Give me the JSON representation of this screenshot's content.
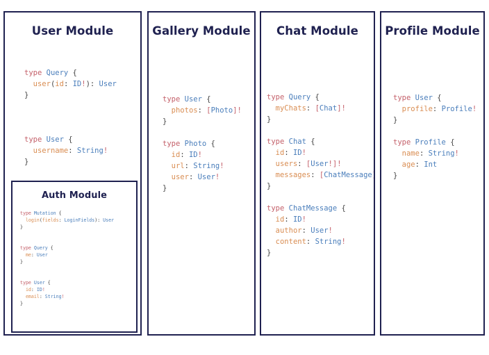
{
  "background_color": "#ffffff",
  "theme": {
    "border_color": "#1f2150",
    "title_color": "#1f2150",
    "code_keyword_color": "#c4606a",
    "code_type_color": "#4a7ebb",
    "code_field_color": "#d98d52",
    "code_punct_color": "#444444"
  },
  "panels": [
    {
      "id": "user",
      "title": "User Module",
      "code_lines": [
        [
          {
            "t": "type",
            "c": "kw"
          },
          {
            "t": " ",
            "c": "pun"
          },
          {
            "t": "Query",
            "c": "ty"
          },
          {
            "t": " {",
            "c": "pun"
          }
        ],
        [
          {
            "t": "  ",
            "c": "pun"
          },
          {
            "t": "user",
            "c": "fld"
          },
          {
            "t": "(",
            "c": "pun"
          },
          {
            "t": "id",
            "c": "fld"
          },
          {
            "t": ": ",
            "c": "pun"
          },
          {
            "t": "ID",
            "c": "ty"
          },
          {
            "t": "!",
            "c": "bang"
          },
          {
            "t": "): ",
            "c": "pun"
          },
          {
            "t": "User",
            "c": "ty"
          }
        ],
        [
          {
            "t": "}",
            "c": "pun"
          }
        ],
        [
          {
            "t": "",
            "c": "pun"
          }
        ],
        [
          {
            "t": "",
            "c": "pun"
          }
        ],
        [
          {
            "t": "",
            "c": "pun"
          }
        ],
        [
          {
            "t": "type",
            "c": "kw"
          },
          {
            "t": " ",
            "c": "pun"
          },
          {
            "t": "User",
            "c": "ty"
          },
          {
            "t": " {",
            "c": "pun"
          }
        ],
        [
          {
            "t": "  ",
            "c": "pun"
          },
          {
            "t": "username",
            "c": "fld"
          },
          {
            "t": ": ",
            "c": "pun"
          },
          {
            "t": "String",
            "c": "ty"
          },
          {
            "t": "!",
            "c": "bang"
          }
        ],
        [
          {
            "t": "}",
            "c": "pun"
          }
        ]
      ]
    },
    {
      "id": "auth",
      "title": "Auth Module",
      "code_lines": [
        [
          {
            "t": "type",
            "c": "kw"
          },
          {
            "t": " ",
            "c": "pun"
          },
          {
            "t": "Mutation",
            "c": "ty"
          },
          {
            "t": " {",
            "c": "pun"
          }
        ],
        [
          {
            "t": "  ",
            "c": "pun"
          },
          {
            "t": "login",
            "c": "fld"
          },
          {
            "t": "(",
            "c": "pun"
          },
          {
            "t": "fields",
            "c": "fld"
          },
          {
            "t": ": ",
            "c": "pun"
          },
          {
            "t": "LoginFields",
            "c": "ty"
          },
          {
            "t": "): ",
            "c": "pun"
          },
          {
            "t": "User",
            "c": "ty"
          }
        ],
        [
          {
            "t": "}",
            "c": "pun"
          }
        ],
        [
          {
            "t": "",
            "c": "pun"
          }
        ],
        [
          {
            "t": "",
            "c": "pun"
          }
        ],
        [
          {
            "t": "type",
            "c": "kw"
          },
          {
            "t": " ",
            "c": "pun"
          },
          {
            "t": "Query",
            "c": "ty"
          },
          {
            "t": " {",
            "c": "pun"
          }
        ],
        [
          {
            "t": "  ",
            "c": "pun"
          },
          {
            "t": "me",
            "c": "fld"
          },
          {
            "t": ": ",
            "c": "pun"
          },
          {
            "t": "User",
            "c": "ty"
          }
        ],
        [
          {
            "t": "}",
            "c": "pun"
          }
        ],
        [
          {
            "t": "",
            "c": "pun"
          }
        ],
        [
          {
            "t": "",
            "c": "pun"
          }
        ],
        [
          {
            "t": "type",
            "c": "kw"
          },
          {
            "t": " ",
            "c": "pun"
          },
          {
            "t": "User",
            "c": "ty"
          },
          {
            "t": " {",
            "c": "pun"
          }
        ],
        [
          {
            "t": "  ",
            "c": "pun"
          },
          {
            "t": "id",
            "c": "fld"
          },
          {
            "t": ": ",
            "c": "pun"
          },
          {
            "t": "ID",
            "c": "ty"
          },
          {
            "t": "!",
            "c": "bang"
          }
        ],
        [
          {
            "t": "  ",
            "c": "pun"
          },
          {
            "t": "email",
            "c": "fld"
          },
          {
            "t": ": ",
            "c": "pun"
          },
          {
            "t": "String",
            "c": "ty"
          },
          {
            "t": "!",
            "c": "bang"
          }
        ],
        [
          {
            "t": "}",
            "c": "pun"
          }
        ]
      ]
    },
    {
      "id": "gallery",
      "title": "Gallery Module",
      "code_lines": [
        [
          {
            "t": "type",
            "c": "kw"
          },
          {
            "t": " ",
            "c": "pun"
          },
          {
            "t": "User",
            "c": "ty"
          },
          {
            "t": " {",
            "c": "pun"
          }
        ],
        [
          {
            "t": "  ",
            "c": "pun"
          },
          {
            "t": "photos",
            "c": "fld"
          },
          {
            "t": ": ",
            "c": "pun"
          },
          {
            "t": "[",
            "c": "bang"
          },
          {
            "t": "Photo",
            "c": "ty"
          },
          {
            "t": "]!",
            "c": "bang"
          }
        ],
        [
          {
            "t": "}",
            "c": "pun"
          }
        ],
        [
          {
            "t": "",
            "c": "pun"
          }
        ],
        [
          {
            "t": "type",
            "c": "kw"
          },
          {
            "t": " ",
            "c": "pun"
          },
          {
            "t": "Photo",
            "c": "ty"
          },
          {
            "t": " {",
            "c": "pun"
          }
        ],
        [
          {
            "t": "  ",
            "c": "pun"
          },
          {
            "t": "id",
            "c": "fld"
          },
          {
            "t": ": ",
            "c": "pun"
          },
          {
            "t": "ID",
            "c": "ty"
          },
          {
            "t": "!",
            "c": "bang"
          }
        ],
        [
          {
            "t": "  ",
            "c": "pun"
          },
          {
            "t": "url",
            "c": "fld"
          },
          {
            "t": ": ",
            "c": "pun"
          },
          {
            "t": "String",
            "c": "ty"
          },
          {
            "t": "!",
            "c": "bang"
          }
        ],
        [
          {
            "t": "  ",
            "c": "pun"
          },
          {
            "t": "user",
            "c": "fld"
          },
          {
            "t": ": ",
            "c": "pun"
          },
          {
            "t": "User",
            "c": "ty"
          },
          {
            "t": "!",
            "c": "bang"
          }
        ],
        [
          {
            "t": "}",
            "c": "pun"
          }
        ]
      ]
    },
    {
      "id": "chat",
      "title": "Chat Module",
      "code_lines": [
        [
          {
            "t": "type",
            "c": "kw"
          },
          {
            "t": " ",
            "c": "pun"
          },
          {
            "t": "Query",
            "c": "ty"
          },
          {
            "t": " {",
            "c": "pun"
          }
        ],
        [
          {
            "t": "  ",
            "c": "pun"
          },
          {
            "t": "myChats",
            "c": "fld"
          },
          {
            "t": ": ",
            "c": "pun"
          },
          {
            "t": "[",
            "c": "bang"
          },
          {
            "t": "Chat",
            "c": "ty"
          },
          {
            "t": "]!",
            "c": "bang"
          }
        ],
        [
          {
            "t": "}",
            "c": "pun"
          }
        ],
        [
          {
            "t": "",
            "c": "pun"
          }
        ],
        [
          {
            "t": "type",
            "c": "kw"
          },
          {
            "t": " ",
            "c": "pun"
          },
          {
            "t": "Chat",
            "c": "ty"
          },
          {
            "t": " {",
            "c": "pun"
          }
        ],
        [
          {
            "t": "  ",
            "c": "pun"
          },
          {
            "t": "id",
            "c": "fld"
          },
          {
            "t": ": ",
            "c": "pun"
          },
          {
            "t": "ID",
            "c": "ty"
          },
          {
            "t": "!",
            "c": "bang"
          }
        ],
        [
          {
            "t": "  ",
            "c": "pun"
          },
          {
            "t": "users",
            "c": "fld"
          },
          {
            "t": ": ",
            "c": "pun"
          },
          {
            "t": "[",
            "c": "bang"
          },
          {
            "t": "User",
            "c": "ty"
          },
          {
            "t": "!]!",
            "c": "bang"
          }
        ],
        [
          {
            "t": "  ",
            "c": "pun"
          },
          {
            "t": "messages",
            "c": "fld"
          },
          {
            "t": ": ",
            "c": "pun"
          },
          {
            "t": "[",
            "c": "bang"
          },
          {
            "t": "ChatMessage",
            "c": "ty"
          },
          {
            "t": "]!",
            "c": "bang"
          }
        ],
        [
          {
            "t": "}",
            "c": "pun"
          }
        ],
        [
          {
            "t": "",
            "c": "pun"
          }
        ],
        [
          {
            "t": "type",
            "c": "kw"
          },
          {
            "t": " ",
            "c": "pun"
          },
          {
            "t": "ChatMessage",
            "c": "ty"
          },
          {
            "t": " {",
            "c": "pun"
          }
        ],
        [
          {
            "t": "  ",
            "c": "pun"
          },
          {
            "t": "id",
            "c": "fld"
          },
          {
            "t": ": ",
            "c": "pun"
          },
          {
            "t": "ID",
            "c": "ty"
          },
          {
            "t": "!",
            "c": "bang"
          }
        ],
        [
          {
            "t": "  ",
            "c": "pun"
          },
          {
            "t": "author",
            "c": "fld"
          },
          {
            "t": ": ",
            "c": "pun"
          },
          {
            "t": "User",
            "c": "ty"
          },
          {
            "t": "!",
            "c": "bang"
          }
        ],
        [
          {
            "t": "  ",
            "c": "pun"
          },
          {
            "t": "content",
            "c": "fld"
          },
          {
            "t": ": ",
            "c": "pun"
          },
          {
            "t": "String",
            "c": "ty"
          },
          {
            "t": "!",
            "c": "bang"
          }
        ],
        [
          {
            "t": "}",
            "c": "pun"
          }
        ]
      ]
    },
    {
      "id": "profile",
      "title": "Profile Module",
      "code_lines": [
        [
          {
            "t": "type",
            "c": "kw"
          },
          {
            "t": " ",
            "c": "pun"
          },
          {
            "t": "User",
            "c": "ty"
          },
          {
            "t": " {",
            "c": "pun"
          }
        ],
        [
          {
            "t": "  ",
            "c": "pun"
          },
          {
            "t": "profile",
            "c": "fld"
          },
          {
            "t": ": ",
            "c": "pun"
          },
          {
            "t": "Profile",
            "c": "ty"
          },
          {
            "t": "!",
            "c": "bang"
          }
        ],
        [
          {
            "t": "}",
            "c": "pun"
          }
        ],
        [
          {
            "t": "",
            "c": "pun"
          }
        ],
        [
          {
            "t": "type",
            "c": "kw"
          },
          {
            "t": " ",
            "c": "pun"
          },
          {
            "t": "Profile",
            "c": "ty"
          },
          {
            "t": " {",
            "c": "pun"
          }
        ],
        [
          {
            "t": "  ",
            "c": "pun"
          },
          {
            "t": "name",
            "c": "fld"
          },
          {
            "t": ": ",
            "c": "pun"
          },
          {
            "t": "String",
            "c": "ty"
          },
          {
            "t": "!",
            "c": "bang"
          }
        ],
        [
          {
            "t": "  ",
            "c": "pun"
          },
          {
            "t": "age",
            "c": "fld"
          },
          {
            "t": ": ",
            "c": "pun"
          },
          {
            "t": "Int",
            "c": "ty"
          }
        ],
        [
          {
            "t": "}",
            "c": "pun"
          }
        ]
      ]
    }
  ]
}
